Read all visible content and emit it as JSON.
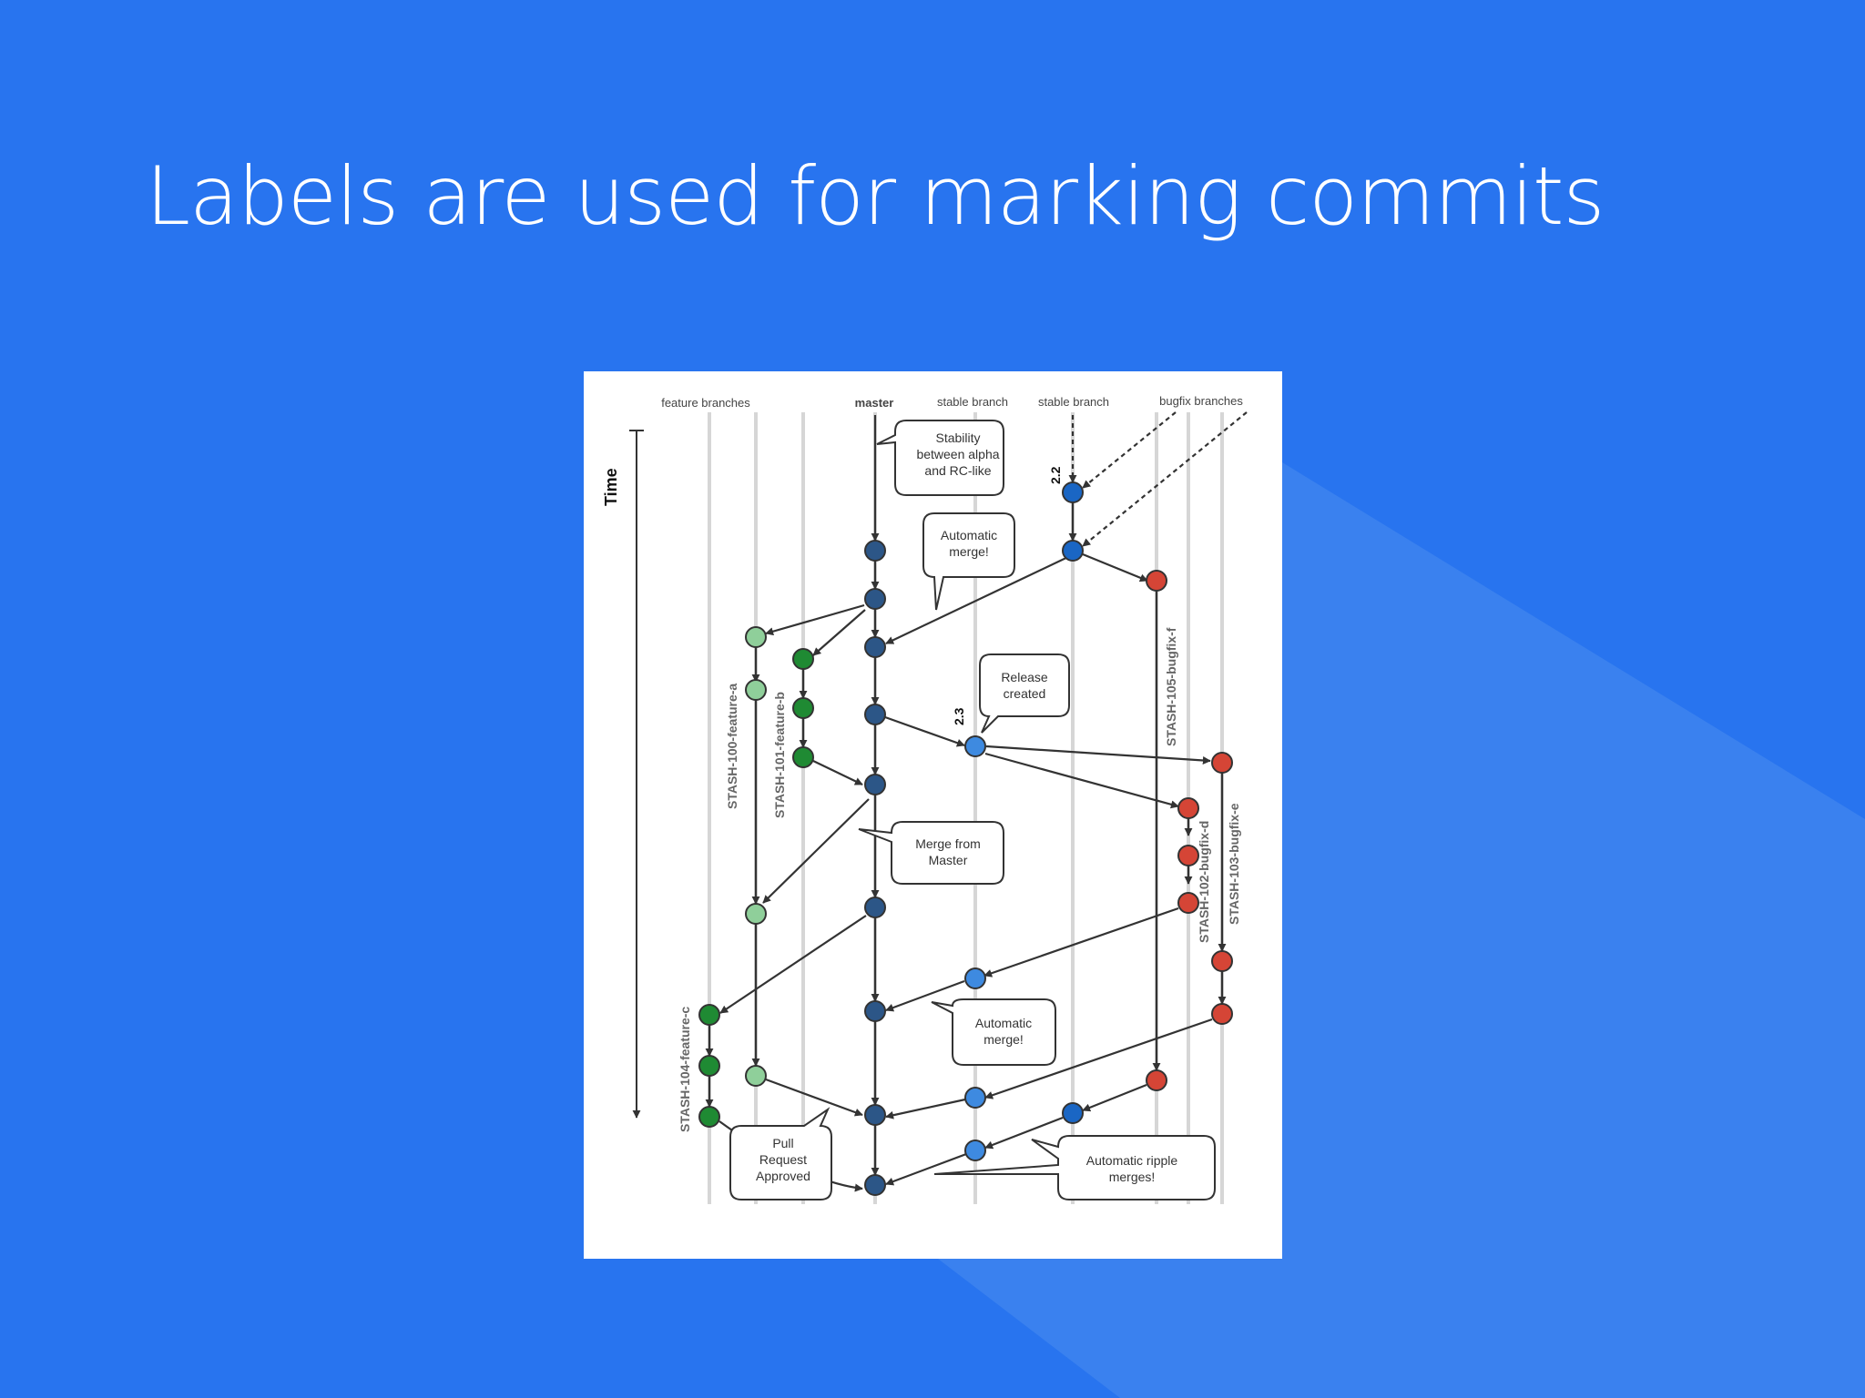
{
  "slide": {
    "title": "Labels are used for marking commits"
  },
  "diagram": {
    "column_headers": {
      "feature": "feature branches",
      "master": "master",
      "stable1": "stable  branch",
      "stable2": "stable  branch",
      "bugfix": "bugfix branches"
    },
    "time_label": "Time",
    "version_tags": {
      "v22": "2.2",
      "v23": "2.3"
    },
    "branch_labels": {
      "feature_a": "STASH-100-feature-a",
      "feature_b": "STASH-101-feature-b",
      "feature_c": "STASH-104-feature-c",
      "bugfix_f": "STASH-105-bugfix-f",
      "bugfix_d": "STASH-102-bugfix-d",
      "bugfix_e": "STASH-103-bugfix-e"
    },
    "callouts": {
      "stability": [
        "Stability",
        "between alpha",
        "and RC-like"
      ],
      "auto_merge_1": [
        "Automatic",
        "merge!"
      ],
      "release": [
        "Release",
        "created"
      ],
      "merge_master": [
        "Merge from",
        "Master"
      ],
      "auto_merge_2": [
        "Automatic",
        "merge!"
      ],
      "pull_request": [
        "Pull",
        "Request",
        "Approved"
      ],
      "ripple": [
        "Automatic ripple",
        "merges!"
      ]
    },
    "colors": {
      "master": "#2c5687",
      "stable": "#1a66c4",
      "stable_light": "#3e8ae0",
      "feature_light": "#8fcf9a",
      "feature_dark": "#1f8a33",
      "bugfix": "#d54536",
      "background": "#2874ef"
    }
  }
}
